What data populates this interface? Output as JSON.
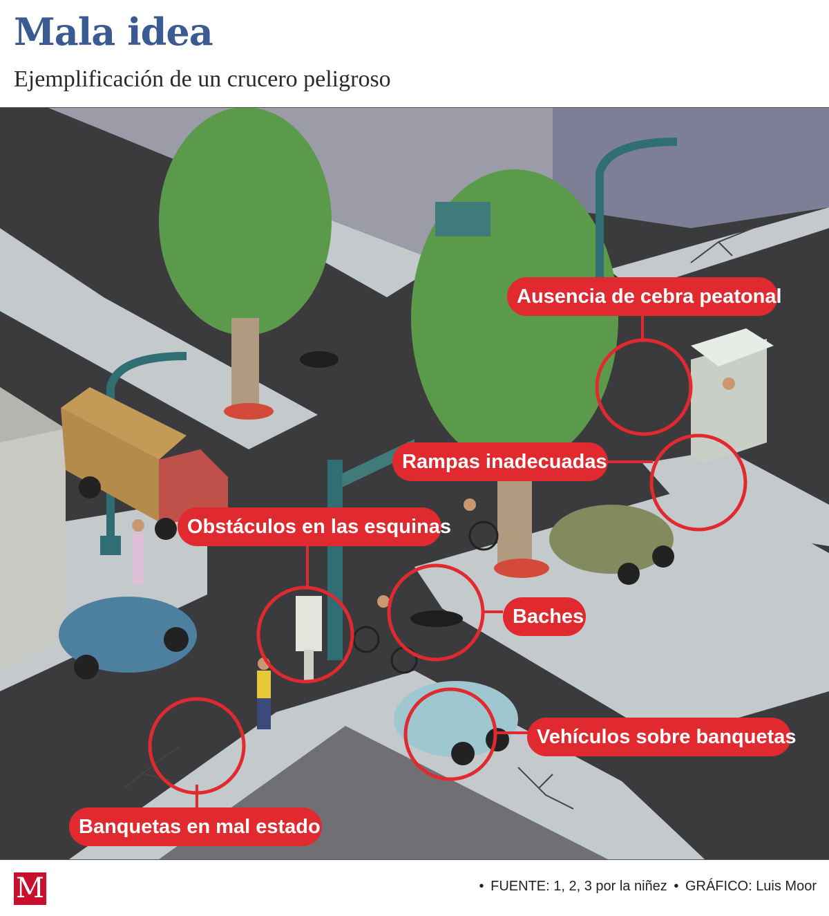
{
  "header": {
    "title": "Mala idea",
    "subtitle": "Ejemplificación de un crucero peligroso"
  },
  "callouts": {
    "cebra": "Ausencia de cebra peatonal",
    "rampas": "Rampas inadecuadas",
    "obstaculos": "Obstáculos en las esquinas",
    "baches": "Baches",
    "vehiculos": "Vehículos sobre banquetas",
    "banquetas": "Banquetas en mal estado"
  },
  "footer": {
    "logo": "M",
    "fuente_label": "FUENTE:",
    "fuente": "1, 2, 3 por la niñez",
    "grafico_label": "GRÁFICO:",
    "grafico": "Luis Moor"
  },
  "colors": {
    "accent_red": "#e02a2f",
    "title_blue": "#3a5a92",
    "asphalt": "#3b3b3d",
    "sidewalk": "#c4c9cc",
    "tree_green": "#5b9a4a"
  }
}
